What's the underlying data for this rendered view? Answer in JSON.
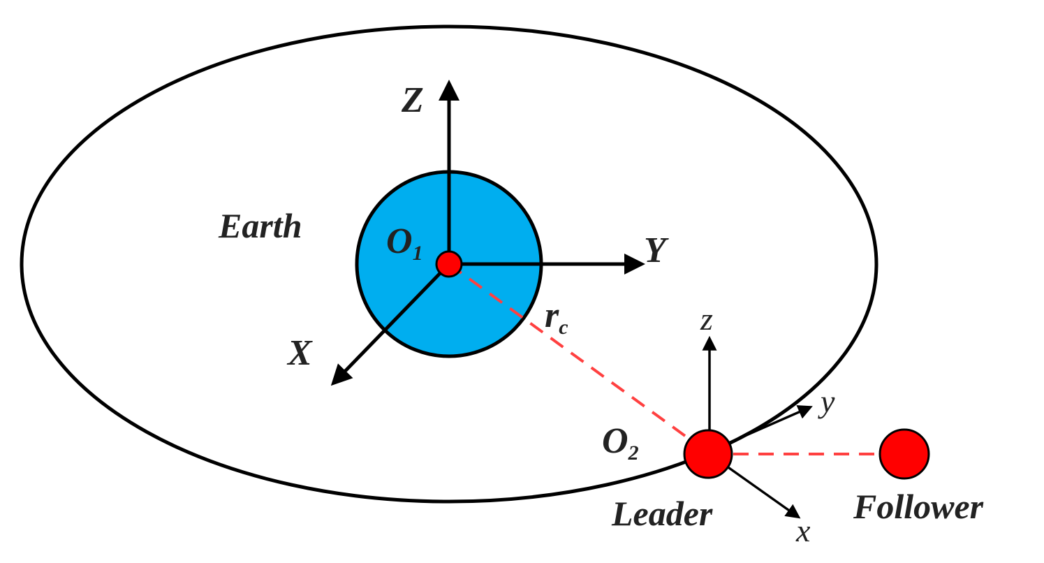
{
  "labels": {
    "earth": "Earth",
    "inertial_origin": "O",
    "inertial_origin_sub": "1",
    "axis_X": "X",
    "axis_Y": "Y",
    "axis_Z": "Z",
    "radius": "r",
    "radius_sub": "c",
    "relative_origin": "O",
    "relative_origin_sub": "2",
    "axis_x": "x",
    "axis_y": "y",
    "axis_z": "z",
    "leader": "Leader",
    "follower": "Follower"
  },
  "colors": {
    "earth_fill": "#00aeef",
    "satellite": "#ff0000",
    "dashed_line": "#ff4040",
    "ink": "#000000"
  }
}
